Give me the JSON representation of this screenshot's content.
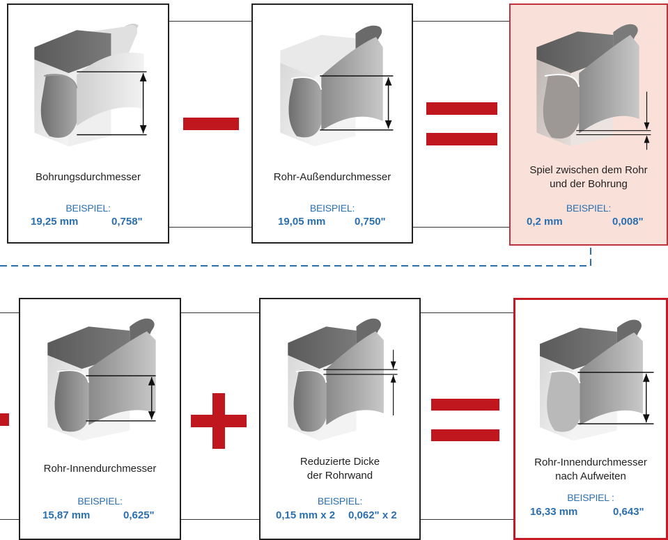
{
  "row1": {
    "bore": {
      "caption": "Bohrungsdurchmesser",
      "example_label": "BEISPIEL:",
      "value_mm": "19,25 mm",
      "value_in": "0,758\""
    },
    "tube_od": {
      "caption": "Rohr-Außendurchmesser",
      "example_label": "BEISPIEL:",
      "value_mm": "19,05 mm",
      "value_in": "0,750\""
    },
    "clearance": {
      "caption_line1": "Spiel zwischen dem Rohr",
      "caption_line2": "und der Bohrung",
      "example_label": "BEISPIEL:",
      "value_mm": "0,2 mm",
      "value_in": "0,008\""
    }
  },
  "row2": {
    "tube_id": {
      "caption": "Rohr-Innendurchmesser",
      "example_label": "BEISPIEL:",
      "value_mm": "15,87 mm",
      "value_in": "0,625\""
    },
    "wall": {
      "caption_line1": "Reduzierte Dicke",
      "caption_line2": "der Rohrwand",
      "example_label": "BEISPIEL:",
      "value_mm": "0,15 mm x 2",
      "value_in": "0,062\" x 2"
    },
    "expanded": {
      "caption_line1": "Rohr-Innendurchmesser",
      "caption_line2": "nach Aufweiten",
      "example_label": "BEISPIEL :",
      "value_mm": "16,33 mm",
      "value_in": "0,643\""
    }
  },
  "colors": {
    "accent_red": "#c0171f",
    "example_blue": "#2a6fb0",
    "highlight_fill": "#f9e1da",
    "dashed_blue": "#2a6fb0"
  }
}
